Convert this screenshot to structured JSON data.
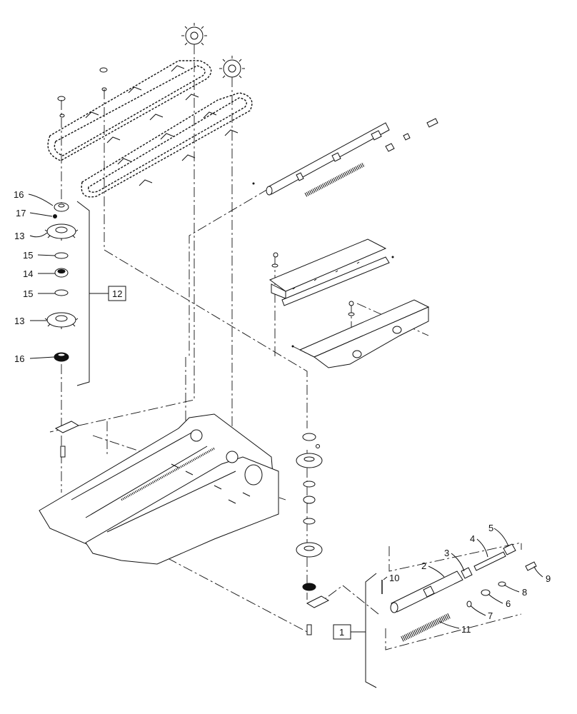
{
  "diagram": {
    "callouts": [
      {
        "id": "c16a",
        "text": "16"
      },
      {
        "id": "c17",
        "text": "17"
      },
      {
        "id": "c13a",
        "text": "13"
      },
      {
        "id": "c15a",
        "text": "15"
      },
      {
        "id": "c14",
        "text": "14"
      },
      {
        "id": "c15b",
        "text": "15"
      },
      {
        "id": "c13b",
        "text": "13"
      },
      {
        "id": "c16b",
        "text": "16"
      },
      {
        "id": "c12",
        "text": "12"
      },
      {
        "id": "c10",
        "text": "10"
      },
      {
        "id": "c2",
        "text": "2"
      },
      {
        "id": "c3",
        "text": "3"
      },
      {
        "id": "c4",
        "text": "4"
      },
      {
        "id": "c5",
        "text": "5"
      },
      {
        "id": "c9",
        "text": "9"
      },
      {
        "id": "c8",
        "text": "8"
      },
      {
        "id": "c6",
        "text": "6"
      },
      {
        "id": "c7",
        "text": "7"
      },
      {
        "id": "c11",
        "text": "11"
      },
      {
        "id": "c1",
        "text": "1"
      }
    ]
  }
}
